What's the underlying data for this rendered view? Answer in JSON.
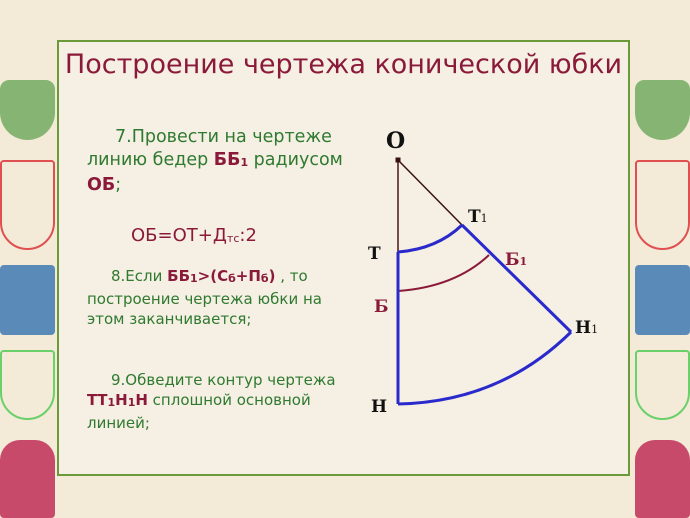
{
  "title": "Построение чертежа конической юбки",
  "step7": {
    "text_a": "7.Провести на чертеже линию бедер ",
    "bb": "ББ",
    "sub1": "1",
    "text_b": " радиусом ",
    "ob": "ОБ",
    "text_c": ";"
  },
  "formula": {
    "main": "ОБ=ОТ+Д",
    "sub": "тс",
    "tail": ":2"
  },
  "step8": {
    "text_a": "8.Если ",
    "bb": "ББ",
    "sub1": "1",
    "gt": ">(С",
    "sub_c": "б",
    "plus": "+П",
    "sub_p": "б",
    "close": ")",
    "text_b": " , то построение чертежа юбки на этом заканчивается;"
  },
  "step9": {
    "text_a": "9.Обведите контур чертежа ",
    "t": "ТТ",
    "s1": "1",
    "h": "Н",
    "s2": "1",
    "h2": "Н",
    "text_b": " сплошной основной линией;"
  },
  "diagram": {
    "labels": {
      "O": "О",
      "T": "Т",
      "T1": "Т",
      "B": "Б",
      "B1": "Б",
      "H": "Н",
      "H1": "Н",
      "one": "1"
    },
    "colors": {
      "contour": "#2a2acc",
      "hip": "#8b1a3a",
      "radius": "#3a1010",
      "frame": "#6a9a3a"
    }
  }
}
